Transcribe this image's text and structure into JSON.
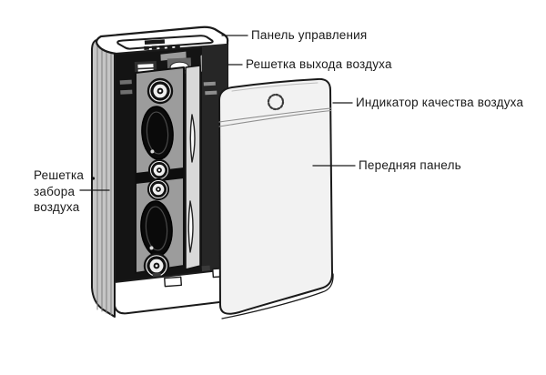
{
  "figure": {
    "kind": "air-purifier-exploded-diagram",
    "labels": [
      {
        "id": "control-panel",
        "text": "Панель управления"
      },
      {
        "id": "air-outlet-grille",
        "text": "Решетка выхода воздуха"
      },
      {
        "id": "air-quality-indicator",
        "text": "Индикатор качества воздуха"
      },
      {
        "id": "front-panel",
        "text": "Передняя панель"
      },
      {
        "id": "air-intake-grille",
        "text": "Решетка забора воздуха",
        "lines": [
          "Решетка",
          "забора",
          "воздуха"
        ]
      }
    ],
    "colors": {
      "background": "#ffffff",
      "outline": "#1a1a1a",
      "text": "#1a1a1a",
      "side_panel": "#c6c6c6",
      "cavity": "#141414",
      "filter_frame": "#9c9c9c",
      "light_strip": "#d9d9d9",
      "front_panel": "#f2f2f2"
    }
  }
}
